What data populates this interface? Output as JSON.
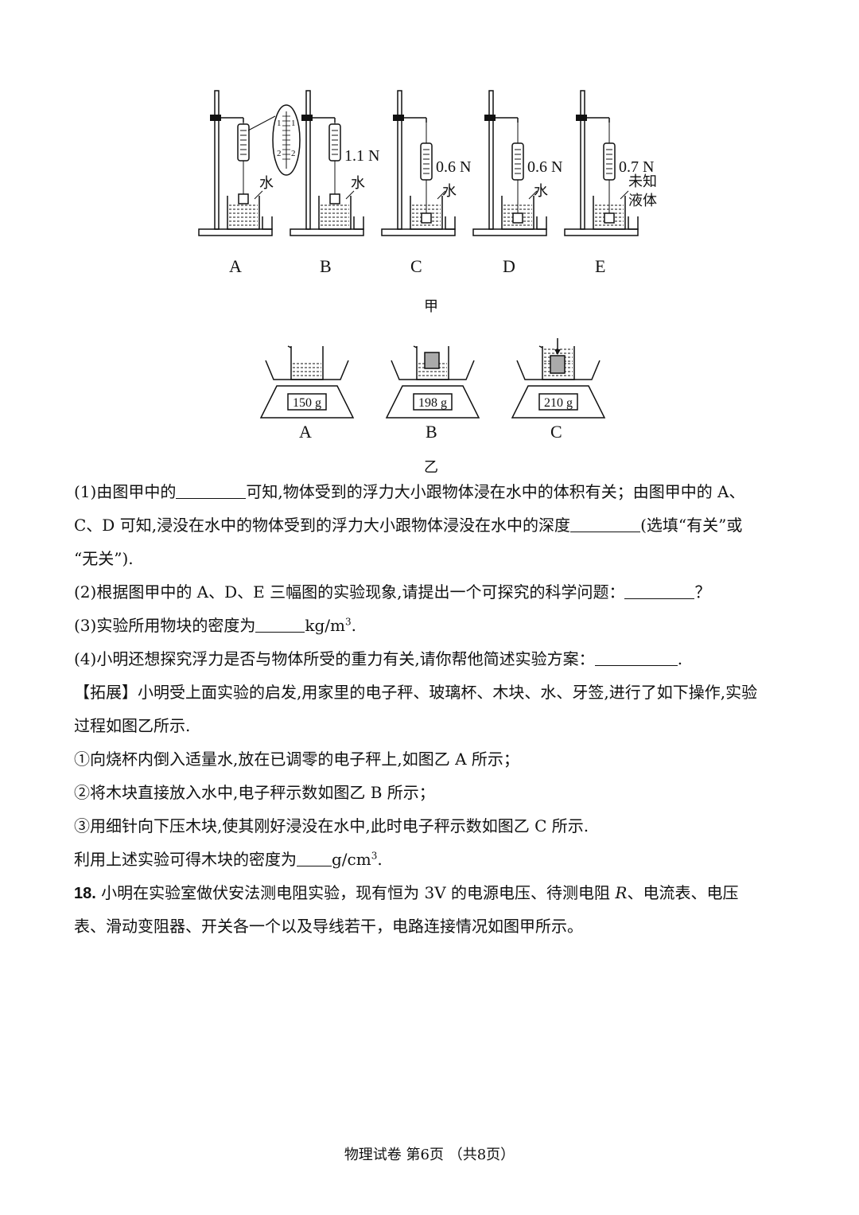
{
  "figure_jia": {
    "panels": [
      {
        "label": "A",
        "reading": "",
        "liquid": "水",
        "magnifier_ticks": [
          "1",
          "1",
          "2",
          "2"
        ]
      },
      {
        "label": "B",
        "reading": "1.1 N",
        "liquid": "水"
      },
      {
        "label": "C",
        "reading": "0.6 N",
        "liquid": "水"
      },
      {
        "label": "D",
        "reading": "0.6 N",
        "liquid": "水"
      },
      {
        "label": "E",
        "reading": "0.7 N",
        "liquid_line1": "未知",
        "liquid_line2": "液体"
      }
    ],
    "caption": "甲"
  },
  "figure_yi": {
    "panels": [
      {
        "label": "A",
        "reading": "150 g"
      },
      {
        "label": "B",
        "reading": "198 g"
      },
      {
        "label": "C",
        "reading": "210 g"
      }
    ],
    "caption": "乙"
  },
  "text": {
    "q1_a": "(1)由图甲中的",
    "q1_b": "可知,物体受到的浮力大小跟物体浸在水中的体积有关；由图甲中的 A、",
    "q1_c": "C、D 可知,浸没在水中的物体受到的浮力大小跟物体浸没在水中的深度",
    "q1_d": "(选填“有关”或",
    "q1_e": "“无关”).",
    "q2_a": "(2)根据图甲中的 A、D、E 三幅图的实验现象,请提出一个可探究的科学问题：",
    "q2_b": "？",
    "q3_a": "(3)实验所用物块的密度为",
    "q3_unit": "kg/m",
    "q3_sup": "3",
    "q3_end": ".",
    "q4_a": "(4)小明还想探究浮力是否与物体所受的重力有关,请你帮他简述实验方案：",
    "q4_end": ".",
    "ext_a": "【拓展】小明受上面实验的启发,用家里的电子秤、玻璃杯、木块、水、牙签,进行了如下操作,实验",
    "ext_b": "过程如图乙所示.",
    "step1": "①向烧杯内倒入适量水,放在已调零的电子秤上,如图乙 A 所示；",
    "step2": "②将木块直接放入水中,电子秤示数如图乙 B 所示；",
    "step3": "③用细针向下压木块,使其刚好浸没在水中,此时电子秤示数如图乙 C 所示.",
    "conc_a": "利用上述实验可得木块的密度为",
    "conc_unit": "g/cm",
    "conc_sup": "3",
    "conc_end": ".",
    "q18_num": "18.",
    "q18_a": " 小明在实验室做伏安法测电阻实验，现有恒为 3V 的电源电压、待测电阻 ",
    "q18_R": "R",
    "q18_b": "、电流表、电压",
    "q18_c": "表、滑动变阻器、开关各一个以及导线若干，电路连接情况如图甲所示。"
  },
  "footer": "物理试卷  第6页  （共8页）"
}
